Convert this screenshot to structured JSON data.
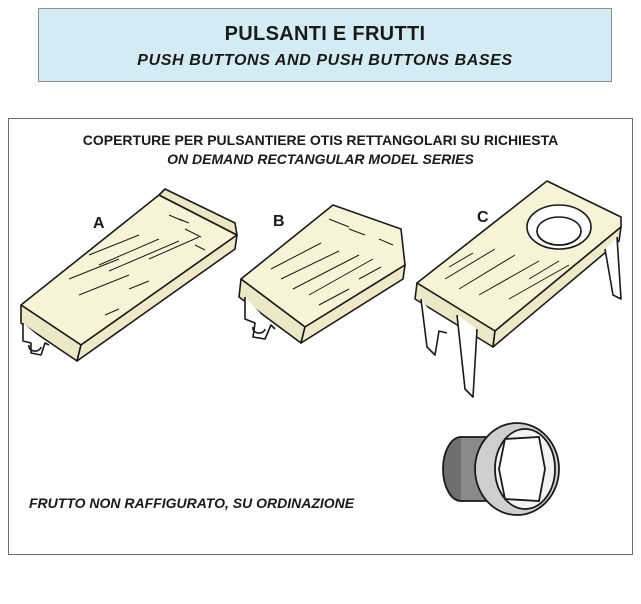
{
  "header": {
    "title": "PULSANTI E FRUTTI",
    "subtitle": "PUSH BUTTONS AND PUSH BUTTONS BASES"
  },
  "panel": {
    "heading_it": "COPERTURE PER PULSANTIERE OTIS RETTANGOLARI SU RICHIESTA",
    "heading_en": "ON DEMAND RECTANGULAR MODEL SERIES",
    "label_a": "A",
    "label_b": "B",
    "label_c": "C",
    "note": "FRUTTO NON RAFFIGURATO, SU ORDINAZIONE"
  },
  "colors": {
    "header_bg": "#d3ecf4",
    "cover_fill": "#f7f3d6",
    "outline": "#1a1a1a"
  }
}
